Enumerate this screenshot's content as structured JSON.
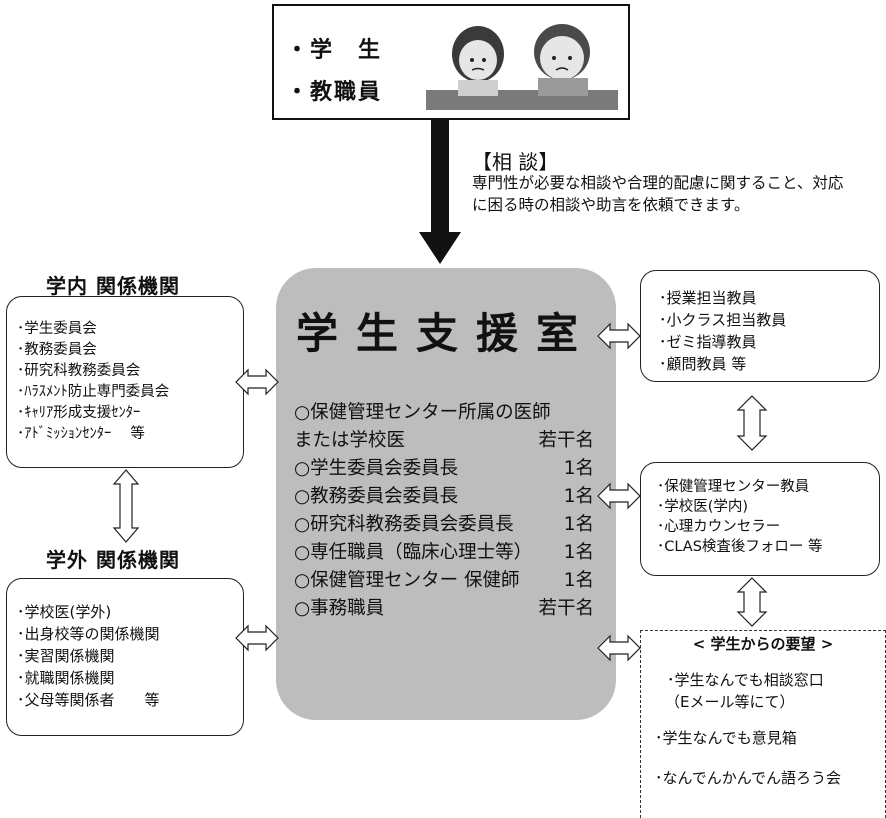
{
  "top_box": {
    "line1": "・学　生",
    "line2": "・教職員",
    "illustration": "student-consultation-icon"
  },
  "consult": {
    "title": "【相 談】",
    "description": "専門性が必要な相談や合理的配慮に関すること、対応に困る時の相談や助言を依頼できます。"
  },
  "center": {
    "title": "学生支援室",
    "members": [
      {
        "name": "○保健管理センター所属の医師",
        "count": ""
      },
      {
        "name": "または学校医",
        "count": "若干名"
      },
      {
        "name": "○学生委員会委員長",
        "count": "1名"
      },
      {
        "name": "○教務委員会委員長",
        "count": "1名"
      },
      {
        "name": "○研究科教務委員会委員長",
        "count": "1名"
      },
      {
        "name": "○専任職員（臨床心理士等）",
        "count": "1名"
      },
      {
        "name": "○保健管理センター 保健師",
        "count": "1名"
      },
      {
        "name": "○事務職員",
        "count": "若干名"
      }
    ]
  },
  "internal": {
    "heading": "学内 関係機関",
    "items": [
      "･学生委員会",
      "･教務委員会",
      "･研究科教務委員会",
      "･ﾊﾗｽﾒﾝﾄ防止専門委員会",
      "･ｷｬﾘｱ形成支援ｾﾝﾀｰ",
      "･ｱﾄﾞﾐｯｼｮﾝｾﾝﾀｰ　 等"
    ]
  },
  "external": {
    "heading": "学外 関係機関",
    "items": [
      "･学校医(学外)",
      "･出身校等の関係機関",
      "･実習関係機関",
      "･就職関係機関",
      "･父母等関係者　　等"
    ]
  },
  "teachers": {
    "items": [
      "･授業担当教員",
      "･小クラス担当教員",
      "･ゼミ指導教員",
      "･顧問教員 等"
    ]
  },
  "health": {
    "items": [
      "･保健管理センター教員",
      "･学校医(学内)",
      "･心理カウンセラー",
      "･CLAS検査後フォロー 等"
    ]
  },
  "requests": {
    "heading": "< 学生からの要望 >",
    "item1_line1": "･学生なんでも相談窓口",
    "item1_line2": "（Eメール等にて）",
    "item2": "･学生なんでも意見箱",
    "item3": "･なんでんかんでん語ろう会"
  },
  "colors": {
    "center_fill": "#bdbdbd",
    "arrow_fill": "#111111",
    "outline": "#222222"
  }
}
